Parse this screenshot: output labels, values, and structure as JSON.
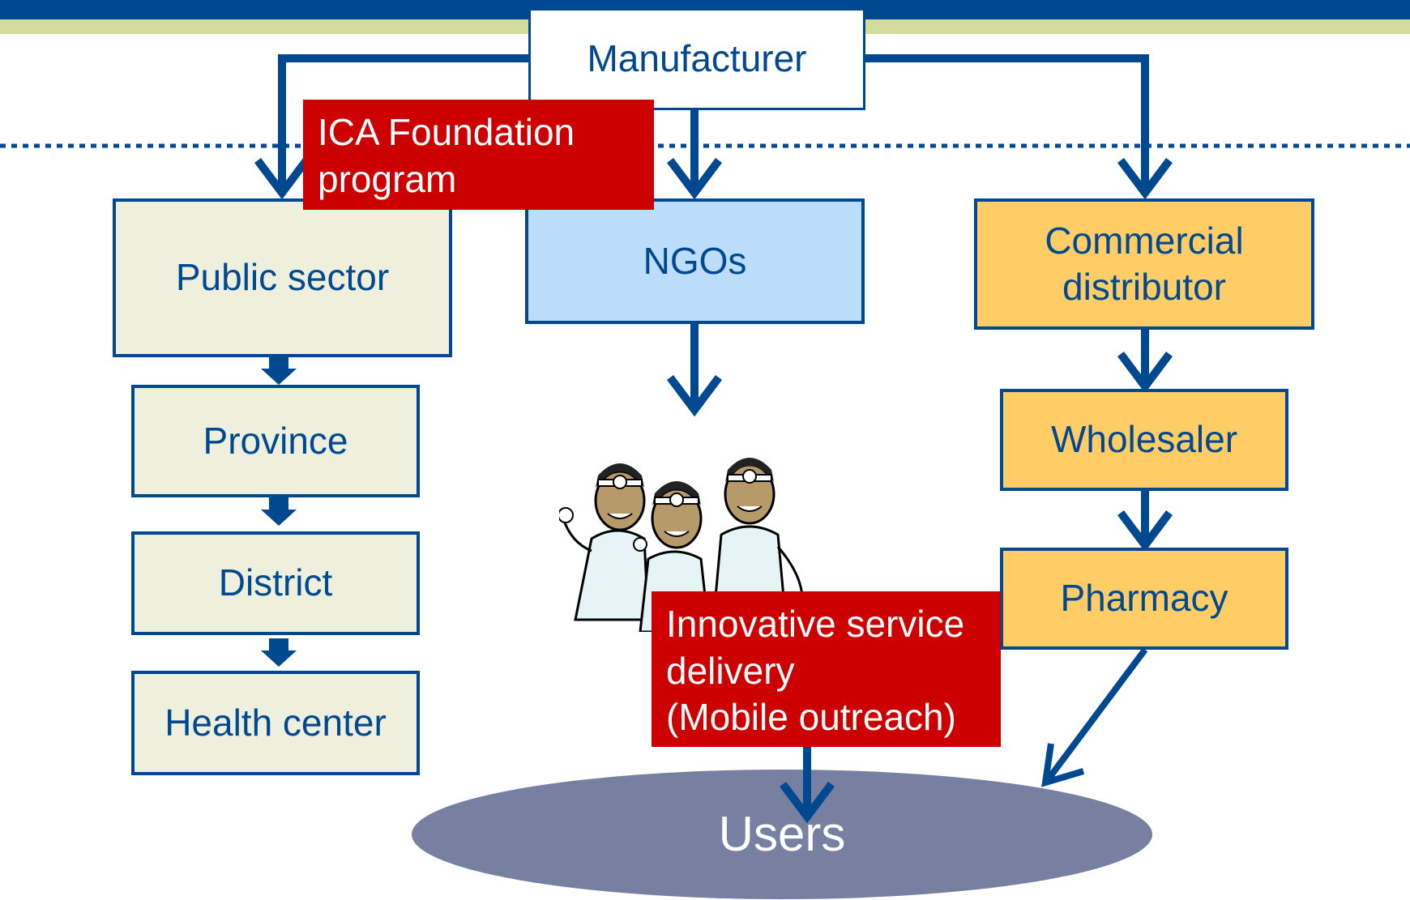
{
  "nodes": {
    "manufacturer": "Manufacturer",
    "public_sector": "Public sector",
    "province": "Province",
    "district": "District",
    "health_center": "Health center",
    "ngos": "NGOs",
    "commercial_distributor": "Commercial distributor",
    "wholesaler": "Wholesaler",
    "pharmacy": "Pharmacy",
    "users": "Users"
  },
  "callouts": {
    "ica_foundation": "ICA Foundation program",
    "innovative_service": [
      "Innovative service",
      "delivery",
      "(Mobile outreach)"
    ]
  },
  "colors": {
    "navy": "#004990",
    "public_fill": "#eeefdc",
    "ngo_fill": "#bbdcfb",
    "commercial_fill": "#ffcc66",
    "callout_red": "#cc0000",
    "users_ellipse": "#7780a0"
  },
  "icons": [
    "doctors-group-illustration"
  ]
}
